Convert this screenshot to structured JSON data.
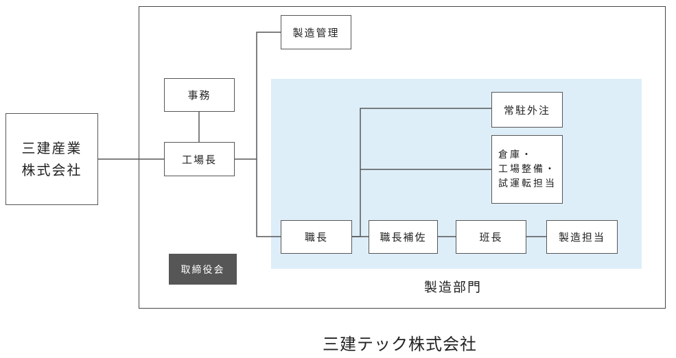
{
  "parent_company": {
    "line1": "三建産業",
    "line2": "株式会社"
  },
  "nodes": {
    "jimu": "事務",
    "koujouchou": "工場長",
    "seizou_kanri": "製造管理",
    "torishimariyaku": "取締役会",
    "joutyuu_gaichuu": "常駐外注",
    "souko_line1": "倉庫・",
    "souko_line2": "工場整備・",
    "souko_line3": "試運転担当",
    "shokuchou": "職長",
    "shokuchou_hosa": "職長補佐",
    "hanchou": "班長",
    "seizou_tantou": "製造担当"
  },
  "department_label": "製造部門",
  "company_label": "三建テック株式会社",
  "colors": {
    "line": "#555555",
    "department_background": "#ddeef9",
    "board_background": "#565656"
  }
}
